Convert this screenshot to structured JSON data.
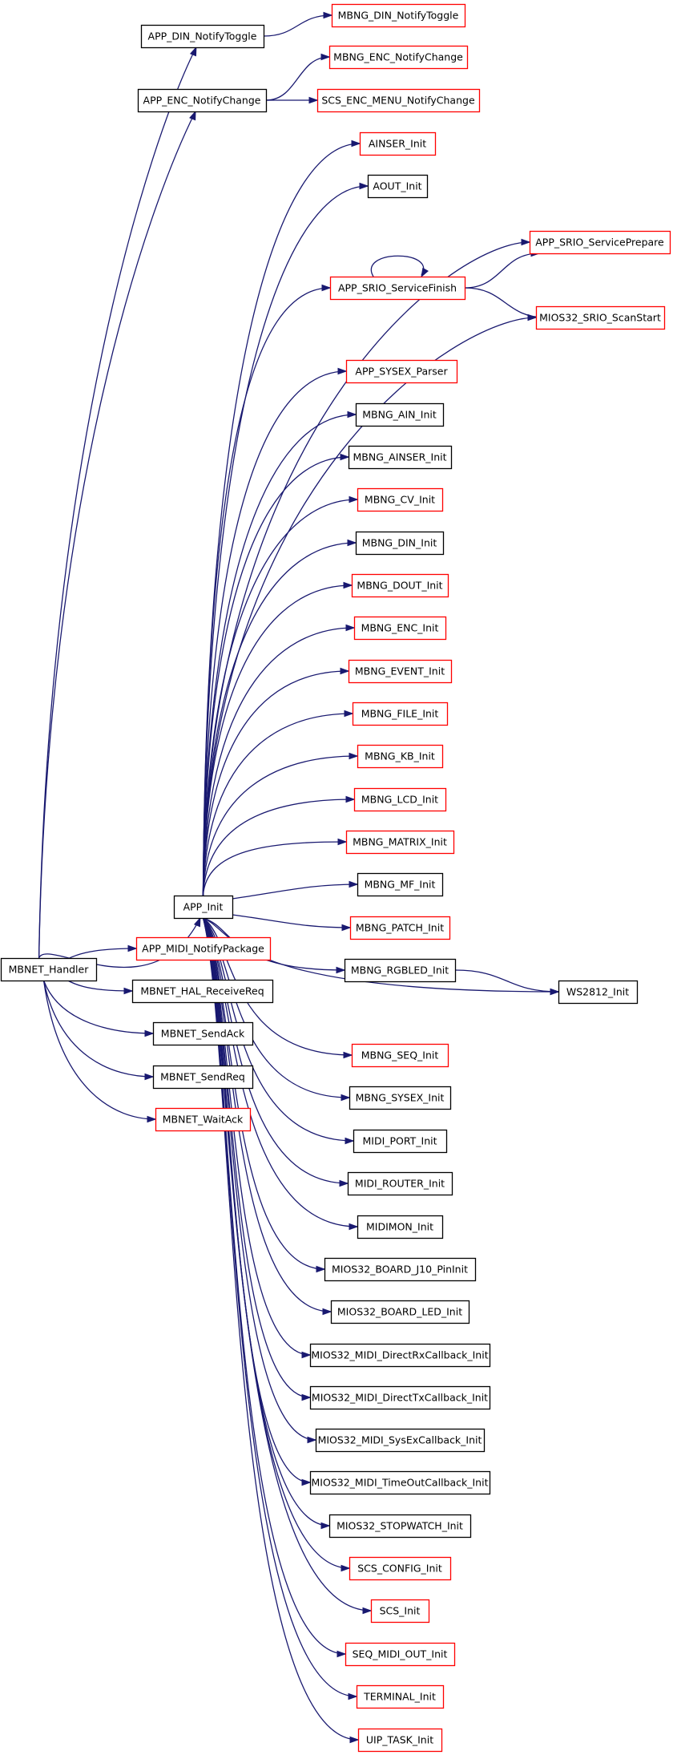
{
  "diagram": {
    "colors": {
      "edge": "#191970",
      "documented_border": "#000000",
      "undocumented_border": "#ff0000",
      "root_fill": "#bfbfbf",
      "node_fill": "#ffffff"
    },
    "nodes": [
      {
        "id": "mbnet_handler",
        "label": "MBNET_Handler",
        "style": "root"
      },
      {
        "id": "app_din_notifytoggle",
        "label": "APP_DIN_NotifyToggle",
        "style": "black"
      },
      {
        "id": "mbng_din_notifytoggle",
        "label": "MBNG_DIN_NotifyToggle",
        "style": "red"
      },
      {
        "id": "mbng_enc_notifychange",
        "label": "MBNG_ENC_NotifyChange",
        "style": "red"
      },
      {
        "id": "app_enc_notifychange",
        "label": "APP_ENC_NotifyChange",
        "style": "black"
      },
      {
        "id": "scs_enc_menu_notifychange",
        "label": "SCS_ENC_MENU_NotifyChange",
        "style": "red"
      },
      {
        "id": "ainser_init",
        "label": "AINSER_Init",
        "style": "red"
      },
      {
        "id": "aout_init",
        "label": "AOUT_Init",
        "style": "black"
      },
      {
        "id": "app_srio_serviceprepare",
        "label": "APP_SRIO_ServicePrepare",
        "style": "red"
      },
      {
        "id": "app_srio_servicefinish",
        "label": "APP_SRIO_ServiceFinish",
        "style": "red"
      },
      {
        "id": "mios32_srio_scanstart",
        "label": "MIOS32_SRIO_ScanStart",
        "style": "red"
      },
      {
        "id": "app_sysex_parser",
        "label": "APP_SYSEX_Parser",
        "style": "red"
      },
      {
        "id": "mbng_ain_init",
        "label": "MBNG_AIN_Init",
        "style": "black"
      },
      {
        "id": "mbng_ainser_init",
        "label": "MBNG_AINSER_Init",
        "style": "black"
      },
      {
        "id": "mbng_cv_init",
        "label": "MBNG_CV_Init",
        "style": "red"
      },
      {
        "id": "mbng_din_init",
        "label": "MBNG_DIN_Init",
        "style": "black"
      },
      {
        "id": "mbng_dout_init",
        "label": "MBNG_DOUT_Init",
        "style": "red"
      },
      {
        "id": "mbng_enc_init",
        "label": "MBNG_ENC_Init",
        "style": "red"
      },
      {
        "id": "mbng_event_init",
        "label": "MBNG_EVENT_Init",
        "style": "red"
      },
      {
        "id": "mbng_file_init",
        "label": "MBNG_FILE_Init",
        "style": "red"
      },
      {
        "id": "mbng_kb_init",
        "label": "MBNG_KB_Init",
        "style": "red"
      },
      {
        "id": "mbng_lcd_init",
        "label": "MBNG_LCD_Init",
        "style": "red"
      },
      {
        "id": "mbng_matrix_init",
        "label": "MBNG_MATRIX_Init",
        "style": "red"
      },
      {
        "id": "mbng_mf_init",
        "label": "MBNG_MF_Init",
        "style": "black"
      },
      {
        "id": "app_init",
        "label": "APP_Init",
        "style": "black"
      },
      {
        "id": "mbng_patch_init",
        "label": "MBNG_PATCH_Init",
        "style": "red"
      },
      {
        "id": "app_midi_notifypackage",
        "label": "APP_MIDI_NotifyPackage",
        "style": "red"
      },
      {
        "id": "mbng_rgbled_init",
        "label": "MBNG_RGBLED_Init",
        "style": "black"
      },
      {
        "id": "mbnet_hal_receivereq",
        "label": "MBNET_HAL_ReceiveReq",
        "style": "black"
      },
      {
        "id": "ws2812_init",
        "label": "WS2812_Init",
        "style": "black"
      },
      {
        "id": "mbnet_sendack",
        "label": "MBNET_SendAck",
        "style": "black"
      },
      {
        "id": "mbng_seq_init",
        "label": "MBNG_SEQ_Init",
        "style": "red"
      },
      {
        "id": "mbnet_sendreq",
        "label": "MBNET_SendReq",
        "style": "black"
      },
      {
        "id": "mbng_sysex_init",
        "label": "MBNG_SYSEX_Init",
        "style": "black"
      },
      {
        "id": "mbnet_waitack",
        "label": "MBNET_WaitAck",
        "style": "red"
      },
      {
        "id": "midi_port_init",
        "label": "MIDI_PORT_Init",
        "style": "black"
      },
      {
        "id": "midi_router_init",
        "label": "MIDI_ROUTER_Init",
        "style": "black"
      },
      {
        "id": "midimon_init",
        "label": "MIDIMON_Init",
        "style": "black"
      },
      {
        "id": "mios32_board_j10_pininit",
        "label": "MIOS32_BOARD_J10_PinInit",
        "style": "black"
      },
      {
        "id": "mios32_board_led_init",
        "label": "MIOS32_BOARD_LED_Init",
        "style": "black"
      },
      {
        "id": "mios32_midi_directrxcallback_init",
        "label": "MIOS32_MIDI_DirectRxCallback_Init",
        "style": "black"
      },
      {
        "id": "mios32_midi_directtxcallback_init",
        "label": "MIOS32_MIDI_DirectTxCallback_Init",
        "style": "black"
      },
      {
        "id": "mios32_midi_sysexcallback_init",
        "label": "MIOS32_MIDI_SysExCallback_Init",
        "style": "black"
      },
      {
        "id": "mios32_midi_timeoutcallback_init",
        "label": "MIOS32_MIDI_TimeOutCallback_Init",
        "style": "black"
      },
      {
        "id": "mios32_stopwatch_init",
        "label": "MIOS32_STOPWATCH_Init",
        "style": "black"
      },
      {
        "id": "scs_config_init",
        "label": "SCS_CONFIG_Init",
        "style": "red"
      },
      {
        "id": "scs_init",
        "label": "SCS_Init",
        "style": "red"
      },
      {
        "id": "seq_midi_out_init",
        "label": "SEQ_MIDI_OUT_Init",
        "style": "red"
      },
      {
        "id": "terminal_init",
        "label": "TERMINAL_Init",
        "style": "red"
      },
      {
        "id": "uip_task_init",
        "label": "UIP_TASK_Init",
        "style": "red"
      }
    ],
    "edges": [
      [
        "mbnet_handler",
        "app_din_notifytoggle"
      ],
      [
        "mbnet_handler",
        "app_enc_notifychange"
      ],
      [
        "mbnet_handler",
        "app_init"
      ],
      [
        "mbnet_handler",
        "app_midi_notifypackage"
      ],
      [
        "mbnet_handler",
        "mbnet_hal_receivereq"
      ],
      [
        "mbnet_handler",
        "mbnet_sendack"
      ],
      [
        "mbnet_handler",
        "mbnet_sendreq"
      ],
      [
        "mbnet_handler",
        "mbnet_waitack"
      ],
      [
        "app_din_notifytoggle",
        "mbng_din_notifytoggle"
      ],
      [
        "app_enc_notifychange",
        "mbng_enc_notifychange"
      ],
      [
        "app_enc_notifychange",
        "scs_enc_menu_notifychange"
      ],
      [
        "app_init",
        "ainser_init"
      ],
      [
        "app_init",
        "aout_init"
      ],
      [
        "app_init",
        "app_srio_serviceprepare"
      ],
      [
        "app_init",
        "app_srio_servicefinish"
      ],
      [
        "app_init",
        "mios32_srio_scanstart"
      ],
      [
        "app_init",
        "app_sysex_parser"
      ],
      [
        "app_init",
        "mbng_ain_init"
      ],
      [
        "app_init",
        "mbng_ainser_init"
      ],
      [
        "app_init",
        "mbng_cv_init"
      ],
      [
        "app_init",
        "mbng_din_init"
      ],
      [
        "app_init",
        "mbng_dout_init"
      ],
      [
        "app_init",
        "mbng_enc_init"
      ],
      [
        "app_init",
        "mbng_event_init"
      ],
      [
        "app_init",
        "mbng_file_init"
      ],
      [
        "app_init",
        "mbng_kb_init"
      ],
      [
        "app_init",
        "mbng_lcd_init"
      ],
      [
        "app_init",
        "mbng_matrix_init"
      ],
      [
        "app_init",
        "mbng_mf_init"
      ],
      [
        "app_init",
        "mbng_patch_init"
      ],
      [
        "app_init",
        "mbng_rgbled_init"
      ],
      [
        "app_init",
        "ws2812_init"
      ],
      [
        "app_init",
        "mbng_seq_init"
      ],
      [
        "app_init",
        "mbng_sysex_init"
      ],
      [
        "app_init",
        "midi_port_init"
      ],
      [
        "app_init",
        "midi_router_init"
      ],
      [
        "app_init",
        "midimon_init"
      ],
      [
        "app_init",
        "mios32_board_j10_pininit"
      ],
      [
        "app_init",
        "mios32_board_led_init"
      ],
      [
        "app_init",
        "mios32_midi_directrxcallback_init"
      ],
      [
        "app_init",
        "mios32_midi_directtxcallback_init"
      ],
      [
        "app_init",
        "mios32_midi_sysexcallback_init"
      ],
      [
        "app_init",
        "mios32_midi_timeoutcallback_init"
      ],
      [
        "app_init",
        "mios32_stopwatch_init"
      ],
      [
        "app_init",
        "scs_config_init"
      ],
      [
        "app_init",
        "scs_init"
      ],
      [
        "app_init",
        "seq_midi_out_init"
      ],
      [
        "app_init",
        "terminal_init"
      ],
      [
        "app_init",
        "uip_task_init"
      ],
      [
        "app_srio_servicefinish",
        "app_srio_servicefinish"
      ],
      [
        "app_srio_servicefinish",
        "app_srio_serviceprepare"
      ],
      [
        "app_srio_servicefinish",
        "mios32_srio_scanstart"
      ],
      [
        "mbng_rgbled_init",
        "ws2812_init"
      ]
    ]
  }
}
